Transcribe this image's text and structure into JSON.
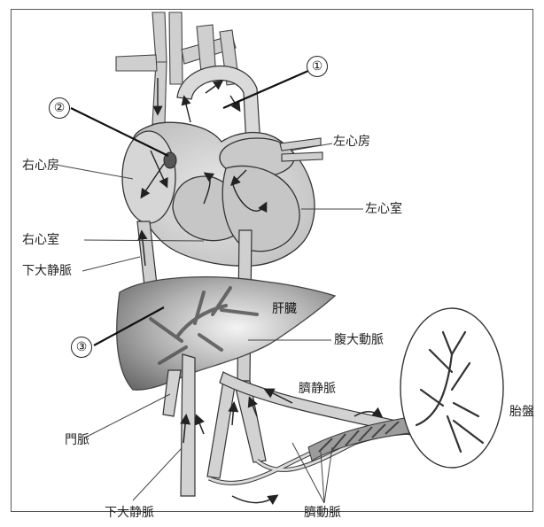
{
  "labels": {
    "left_atrium": "左心房",
    "right_atrium": "右心房",
    "left_ventricle": "左心室",
    "right_ventricle": "右心室",
    "inferior_vena_cava_upper": "下大静脈",
    "liver": "肝臓",
    "abdominal_aorta": "腹大動脈",
    "umbilical_vein": "臍静脈",
    "placenta": "胎盤",
    "portal_vein": "門脈",
    "inferior_vena_cava_lower": "下大静脈",
    "umbilical_artery": "臍動脈"
  },
  "markers": {
    "m1": "①",
    "m2": "②",
    "m3": "③"
  }
}
